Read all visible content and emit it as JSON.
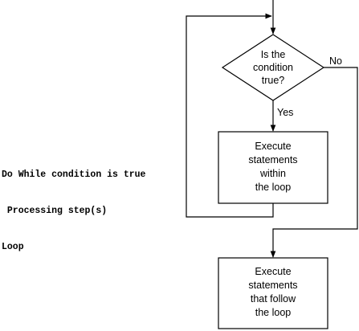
{
  "pseudocode": {
    "line1": "Do While condition is true",
    "line2": " Processing step(s)",
    "line3": "Loop"
  },
  "flowchart": {
    "decision": {
      "line1": "Is the",
      "line2": "condition",
      "line3": "true?"
    },
    "no_label": "No",
    "yes_label": "Yes",
    "loop_box": {
      "line1": "Execute",
      "line2": "statements",
      "line3": "within",
      "line4": "the loop"
    },
    "after_box": {
      "line1": "Execute",
      "line2": "statements",
      "line3": "that follow",
      "line4": "the loop"
    }
  }
}
